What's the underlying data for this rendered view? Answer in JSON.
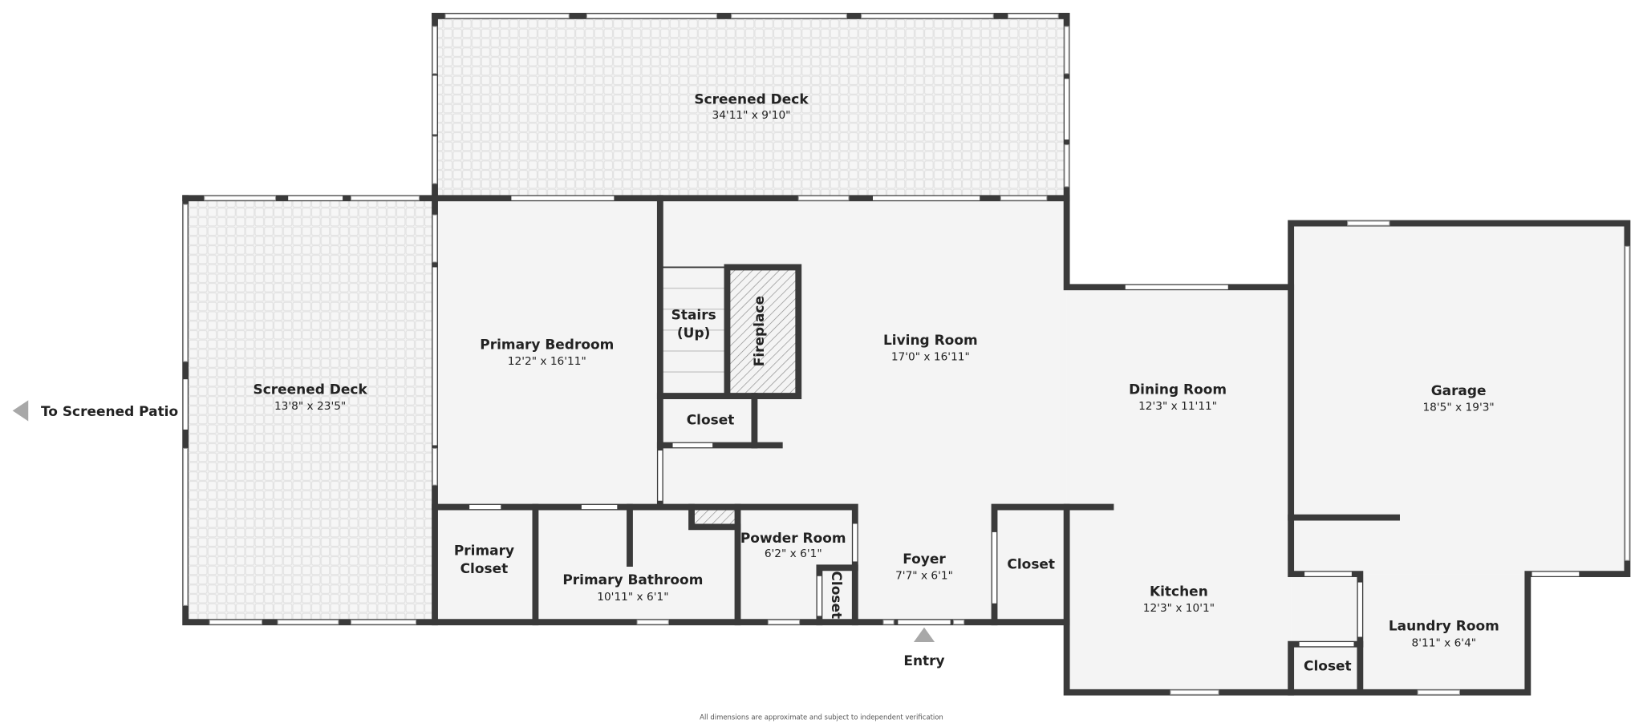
{
  "rooms": {
    "screened_deck_top": {
      "name": "Screened Deck",
      "dims": "34'11\" x 9'10\""
    },
    "screened_deck_left": {
      "name": "Screened Deck",
      "dims": "13'8\" x 23'5\""
    },
    "primary_bedroom": {
      "name": "Primary Bedroom",
      "dims": "12'2\" x 16'11\""
    },
    "living_room": {
      "name": "Living Room",
      "dims": "17'0\" x 16'11\""
    },
    "dining_room": {
      "name": "Dining Room",
      "dims": "12'3\" x 11'11\""
    },
    "garage": {
      "name": "Garage",
      "dims": "18'5\" x 19'3\""
    },
    "stairs": {
      "name_line1": "Stairs",
      "name_line2": "(Up)"
    },
    "fireplace": {
      "name": "Fireplace"
    },
    "closet_stairs": {
      "name": "Closet"
    },
    "primary_closet": {
      "name_line1": "Primary",
      "name_line2": "Closet"
    },
    "primary_bathroom": {
      "name": "Primary Bathroom",
      "dims": "10'11\" x 6'1\""
    },
    "powder_room": {
      "name": "Powder Room",
      "dims": "6'2\" x 6'1\""
    },
    "powder_closet": {
      "name": "Closet"
    },
    "foyer": {
      "name": "Foyer",
      "dims": "7'7\" x 6'1\""
    },
    "foyer_closet": {
      "name": "Closet"
    },
    "kitchen": {
      "name": "Kitchen",
      "dims": "12'3\" x 10'1\""
    },
    "laundry_room": {
      "name": "Laundry Room",
      "dims": "8'11\" x 6'4\""
    },
    "kitchen_closet": {
      "name": "Closet"
    }
  },
  "markers": {
    "to_patio": "To Screened Patio",
    "entry": "Entry"
  },
  "footer": {
    "disclaimer": "All dimensions are approximate and subject to independent verification"
  },
  "colors": {
    "wall": "#3a3a3a",
    "floor": "#f4f4f4",
    "marker": "#a8a8a8"
  }
}
